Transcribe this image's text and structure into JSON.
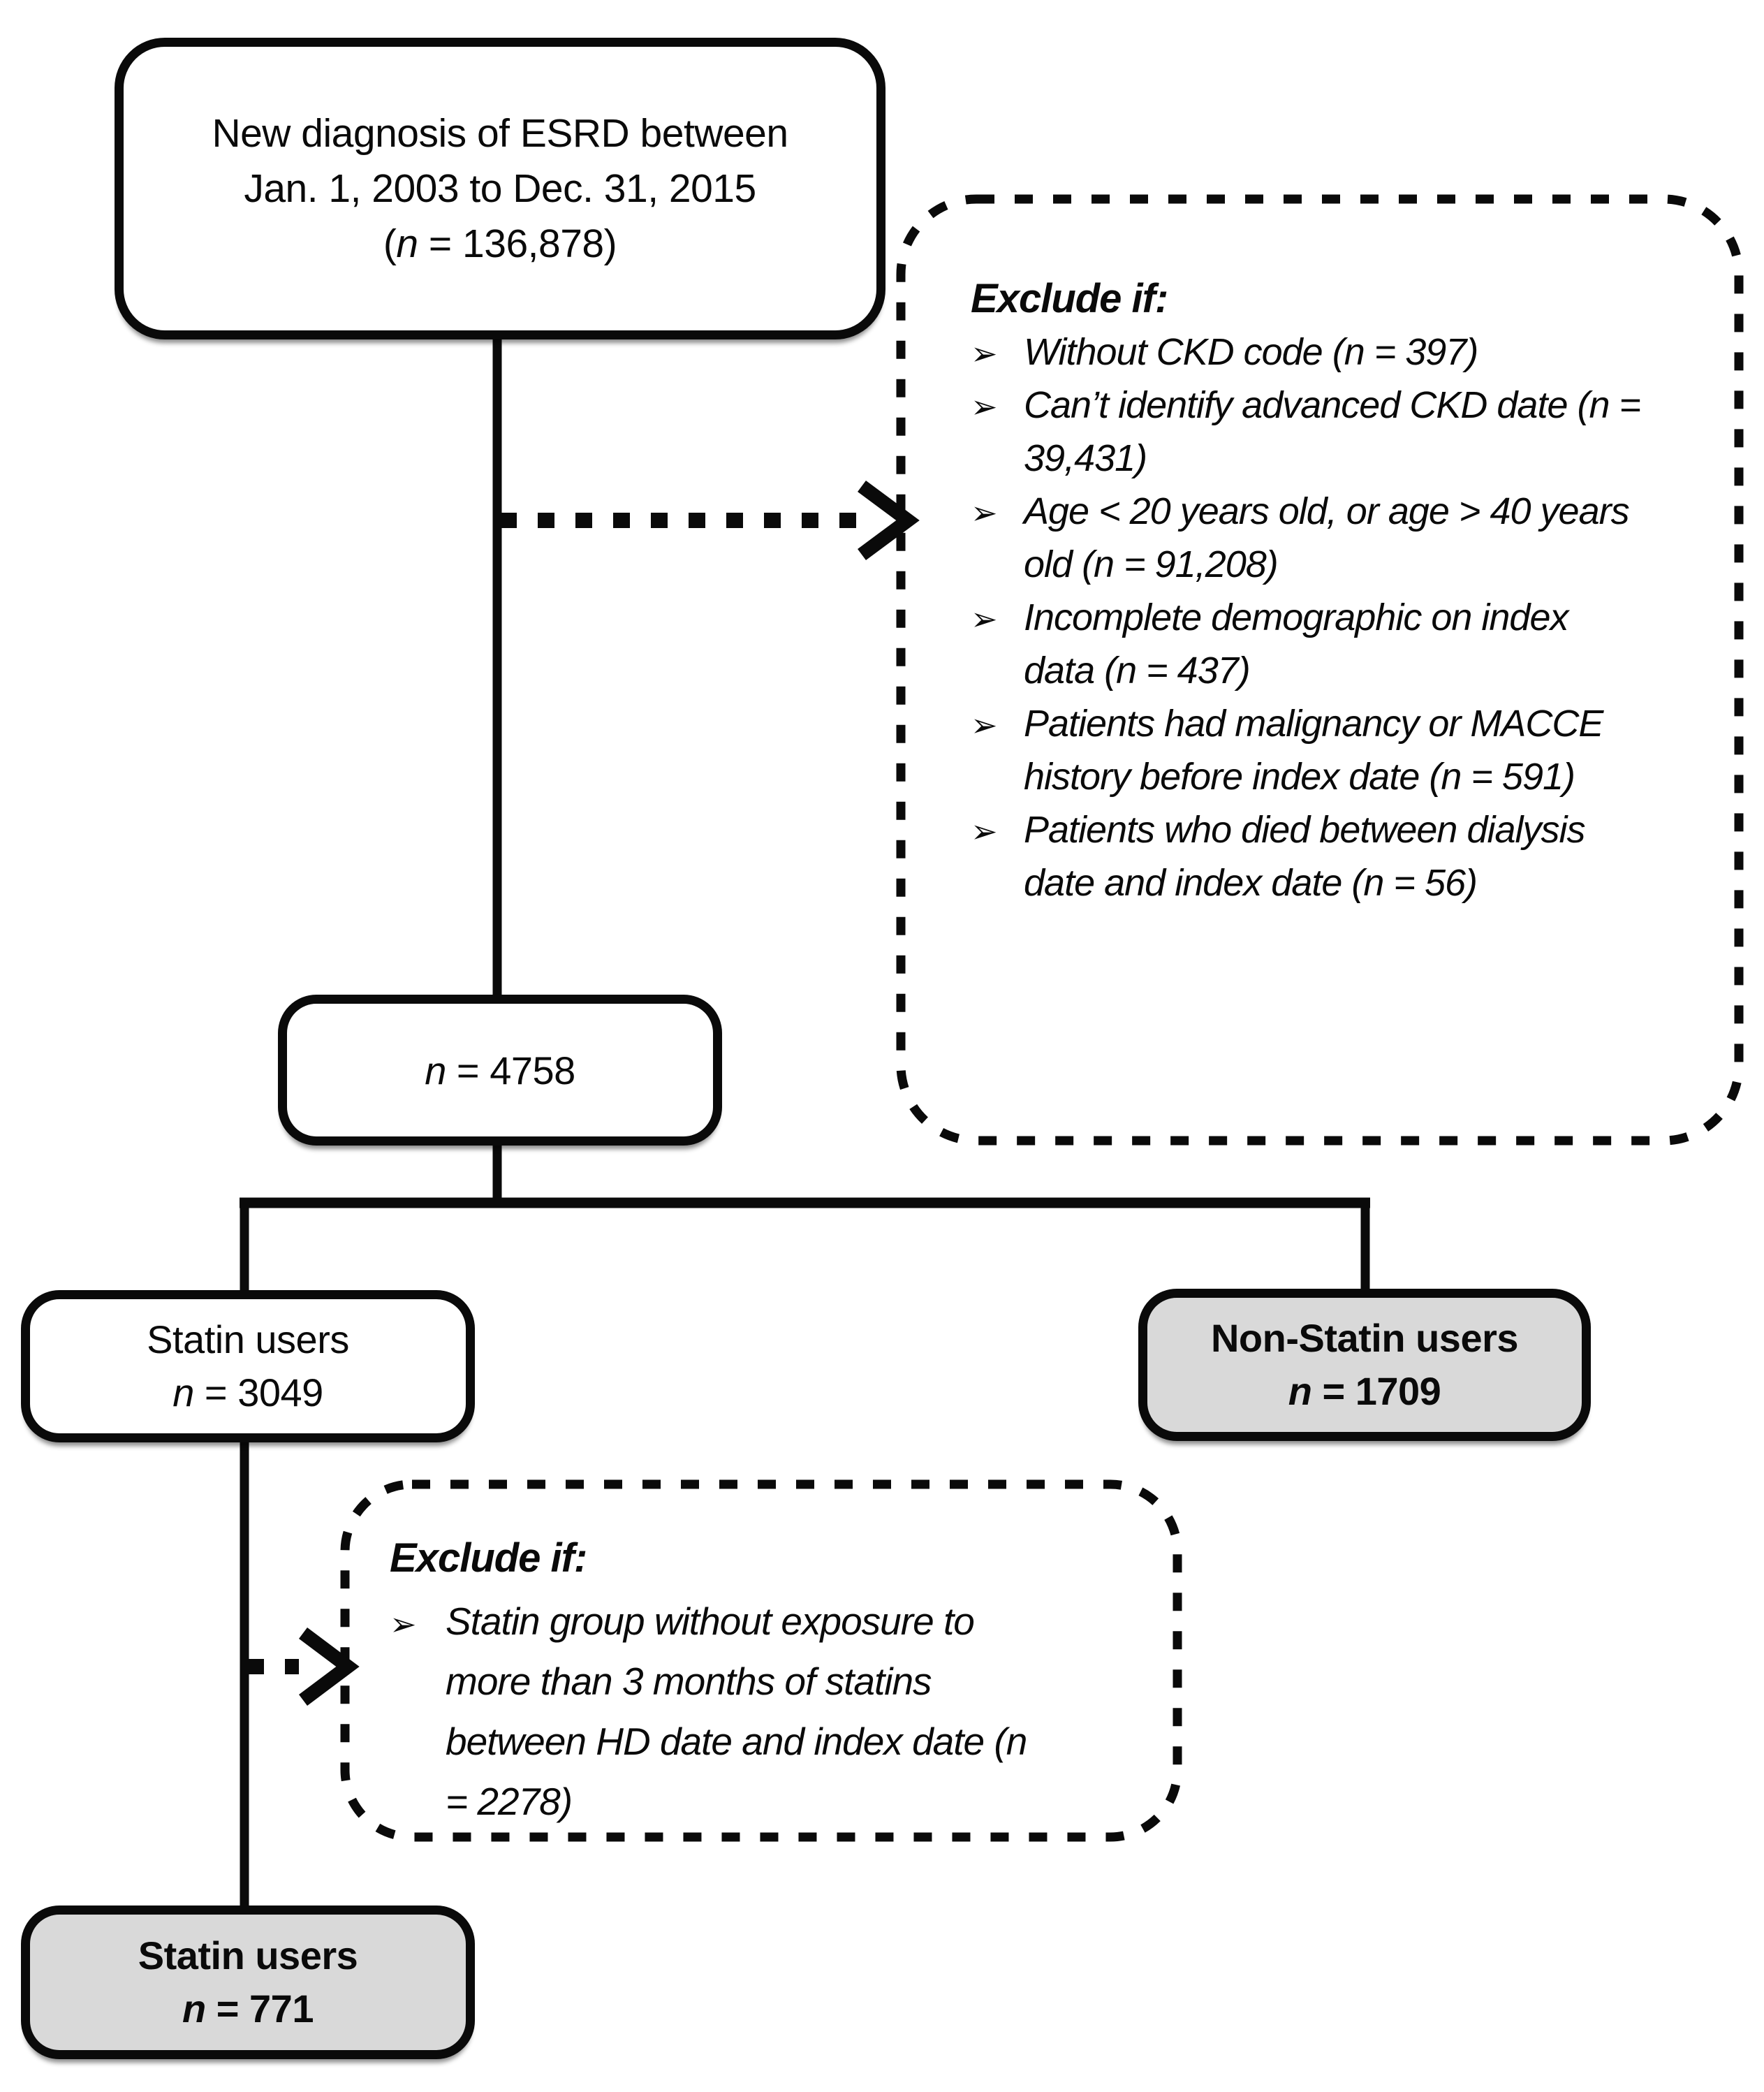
{
  "boxes": {
    "top": {
      "line1": "New diagnosis of ESRD between",
      "line2": "Jan. 1, 2003 to Dec. 31, 2015",
      "count": {
        "pre": "(",
        "sym": "n",
        "post": " = 136,878)"
      }
    },
    "mid": {
      "count": {
        "sym": "n",
        "post": " = 4758"
      }
    },
    "statin": {
      "label": "Statin users",
      "count": {
        "sym": "n",
        "post": " = 3049"
      }
    },
    "nonstatin": {
      "label": "Non-Statin users",
      "count": {
        "sym": "n",
        "post": " = 1709"
      }
    },
    "statin_final": {
      "label": "Statin users",
      "count": {
        "sym": "n",
        "post": " = 771"
      }
    }
  },
  "exclusions_top": {
    "heading": "Exclude if:",
    "bullet": "➢",
    "items": [
      "Without CKD code (n = 397)",
      "Can’t identify advanced CKD date (n = 39,431)",
      "Age < 20 years old, or age > 40 years old (n = 91,208)",
      "Incomplete demographic on index data (n = 437)",
      "Patients had malignancy or MACCE history before index date (n = 591)",
      "Patients who died between dialysis date and index date (n = 56)"
    ]
  },
  "exclusions_statin": {
    "heading": "Exclude if:",
    "bullet": "➢",
    "items": [
      "Statin group without exposure to more than 3 months of statins between HD date and index date (n = 2278)"
    ]
  },
  "colors": {
    "ink": "#0a0a0a",
    "box_fill": "#ffffff",
    "highlight_fill": "#d9d9d9"
  }
}
